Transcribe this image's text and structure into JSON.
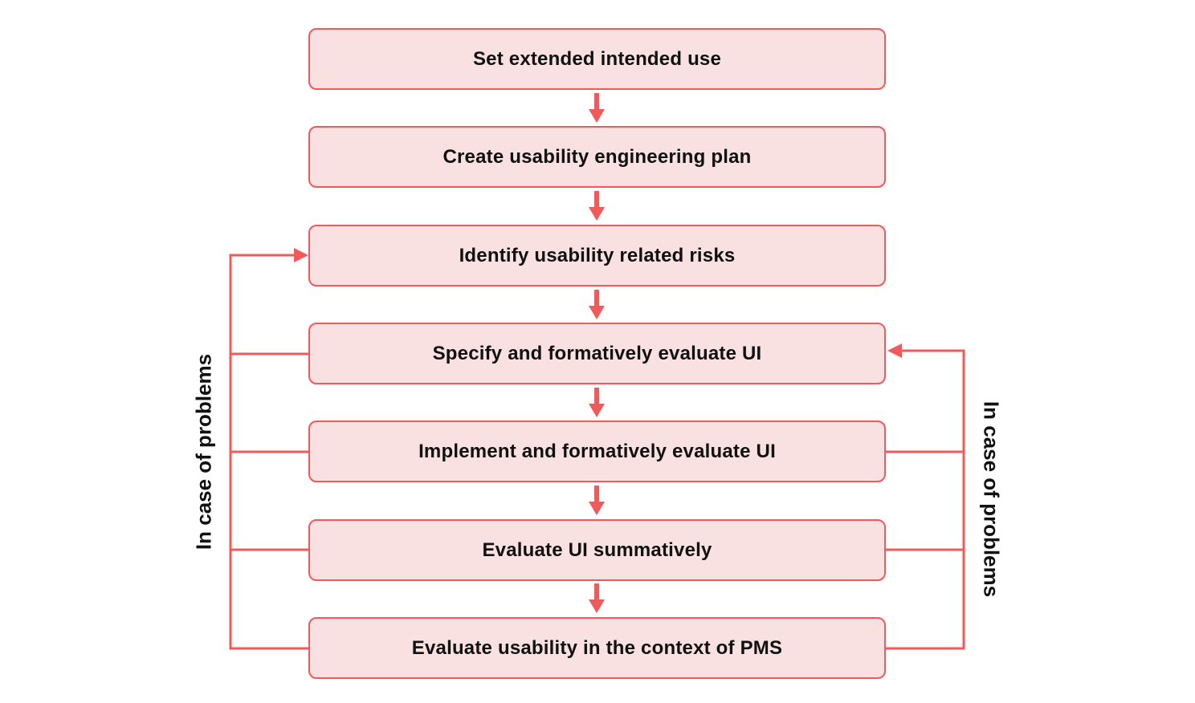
{
  "diagram": {
    "steps": [
      {
        "label": "Set extended intended use"
      },
      {
        "label": "Create usability engineering plan"
      },
      {
        "label": "Identify usability related risks"
      },
      {
        "label": "Specify and formatively evaluate UI"
      },
      {
        "label": "Implement and formatively evaluate UI"
      },
      {
        "label": "Evaluate UI summatively"
      },
      {
        "label": "Evaluate usability in the context of PMS"
      }
    ],
    "left_loop_label": "In case of problems",
    "right_loop_label": "In case of problems",
    "colors": {
      "accent": "#f2595a",
      "box_fill": "#f9e0e1",
      "text": "#111111"
    }
  }
}
